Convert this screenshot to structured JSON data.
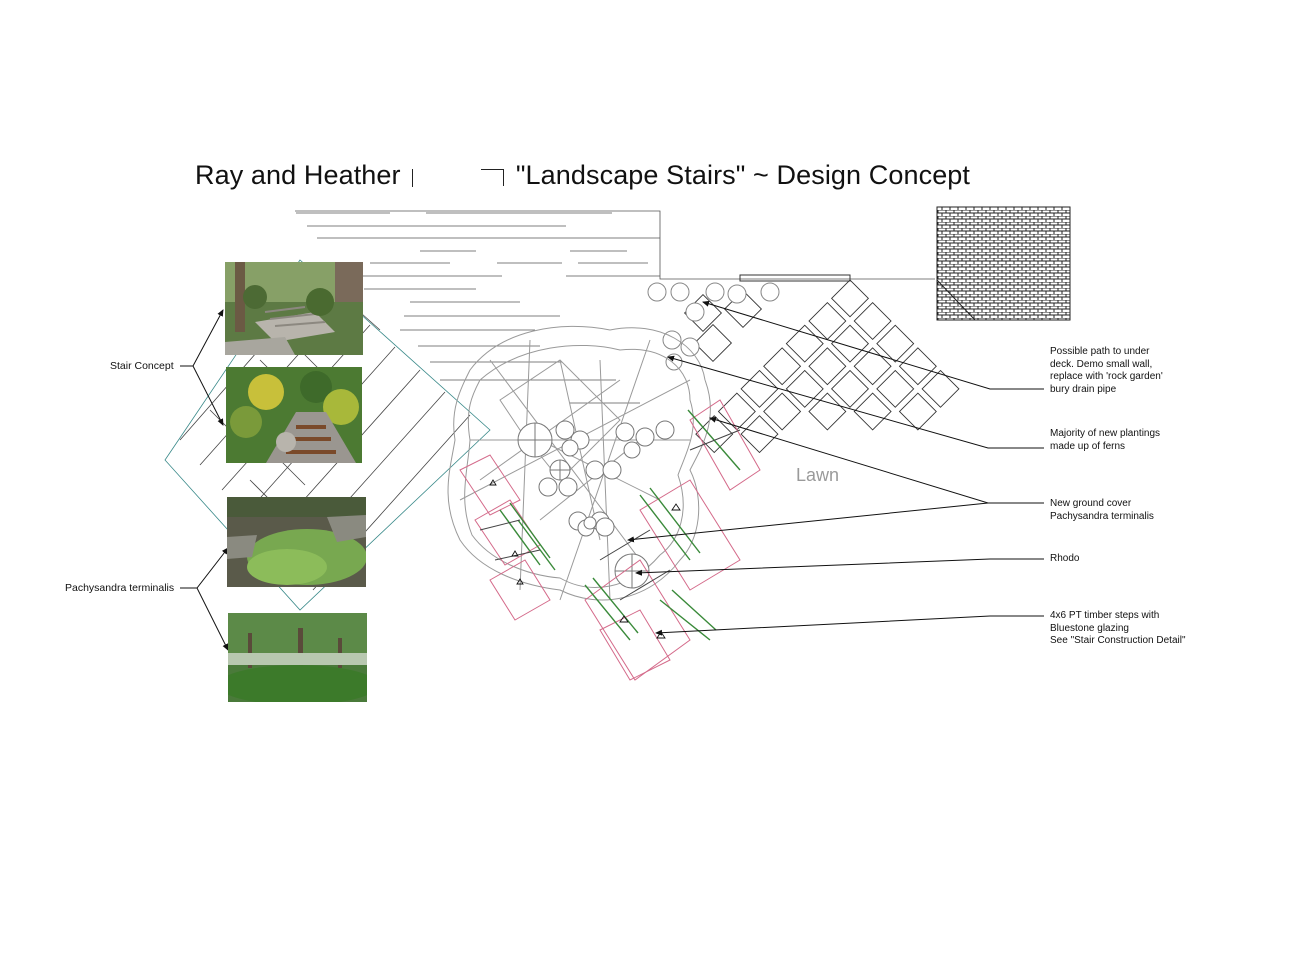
{
  "title": {
    "before": "Ray and Heather",
    "after": "\"Landscape Stairs\" ~ Design Concept"
  },
  "left_labels": {
    "stair_concept": "Stair Concept",
    "pachysandra": "Pachysandra terminalis"
  },
  "photos": [
    {
      "id": "stair-photo-1",
      "icon": "garden-photo"
    },
    {
      "id": "stair-photo-2",
      "icon": "garden-photo"
    },
    {
      "id": "pachysandra-photo-1",
      "icon": "garden-photo"
    },
    {
      "id": "pachysandra-photo-2",
      "icon": "garden-photo"
    }
  ],
  "plan_labels": {
    "lawn": "Lawn"
  },
  "notes": {
    "path_lines": [
      "Possible path to under",
      "deck. Demo small wall,",
      "replace with 'rock garden'",
      "bury drain pipe"
    ],
    "ferns_lines": [
      "Majority of new plantings",
      "made up of ferns"
    ],
    "groundcover_lines": [
      "New ground cover",
      "Pachysandra terminalis"
    ],
    "rhodo": "Rhodo",
    "steps_lines": [
      "4x6 PT timber steps with",
      "Bluestone glazing",
      "See \"Stair Construction Detail\""
    ]
  },
  "colors": {
    "linework": "#8a8a8a",
    "paver_outline": "#333333",
    "step_accent_green": "#3a8a3a",
    "step_accent_pink": "#d46a8a",
    "brick_hatch": "#222222"
  }
}
